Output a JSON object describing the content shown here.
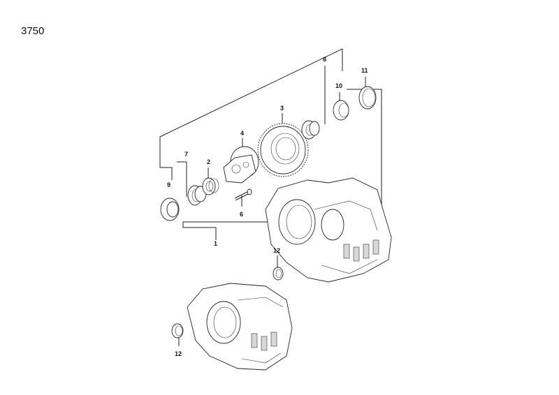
{
  "diagram": {
    "reference_number": "3750",
    "callouts": {
      "c1": "1",
      "c2": "2",
      "c3": "3",
      "c4": "4",
      "c5": "6",
      "c6": "7",
      "c7": "8",
      "c8": "9",
      "c9": "10",
      "c10": "11",
      "c11": "12",
      "c12": "12"
    }
  }
}
